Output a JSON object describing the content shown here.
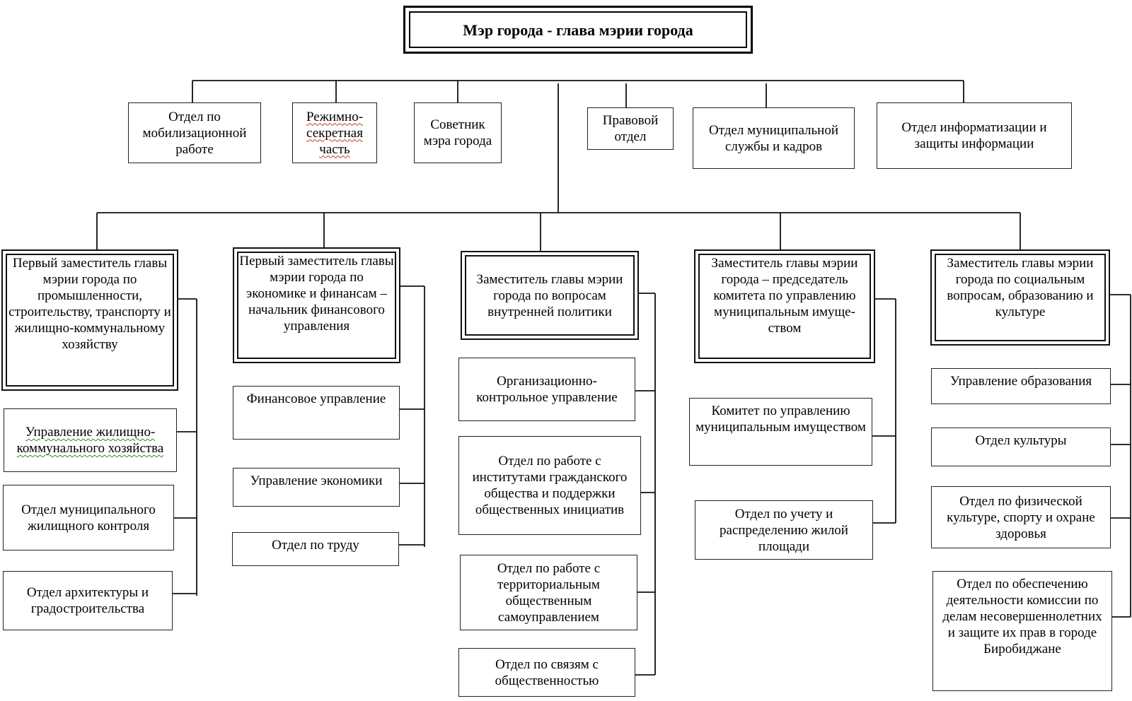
{
  "title": "Мэр города - глава мэрии города",
  "top_units": [
    "Отдел по мобилизационной работе",
    "Режимно-секретная часть",
    "Советник мэра города",
    "Правовой отдел",
    "Отдел муниципальной службы и кадров",
    "Отдел информатизации и защиты информации"
  ],
  "deputies": [
    {
      "label": "Первый заместитель главы мэрии города по промышленности, строительству, транспорту и жилищно-коммунальному хозяйству",
      "units": [
        "Управление жилищно-коммунального хозяйства",
        "Отдел муниципального жилищного контроля",
        "Отдел архитектуры и градостроительства"
      ]
    },
    {
      "label": "Первый заместитель главы мэрии города по экономике и финансам – начальник финансового управления",
      "units": [
        "Финансовое управление",
        "Управление экономики",
        "Отдел по труду"
      ]
    },
    {
      "label": "Заместитель главы мэрии города по вопросам внутренней политики",
      "units": [
        "Организационно-контрольное управление",
        "Отдел по работе с институтами гражданского общества и поддержки общественных инициатив",
        "Отдел по работе с территориальным общественным самоуправлением",
        "Отдел по связям с общественностью"
      ]
    },
    {
      "label": "Заместитель главы мэрии города – председатель комитета по управлению муниципальным имуще-ством",
      "units": [
        "Комитет по управлению муниципальным имуществом",
        "Отдел по учету и распределению жилой площади"
      ]
    },
    {
      "label": "Заместитель главы мэрии города по социальным вопросам, образованию и культуре",
      "units": [
        "Управление образования",
        "Отдел культуры",
        "Отдел по физической культуре, спорту и охране здоровья",
        "Отдел по обеспечению деятельности комиссии по делам несовершеннолетних и защите их прав в городе Биробиджане"
      ]
    }
  ]
}
